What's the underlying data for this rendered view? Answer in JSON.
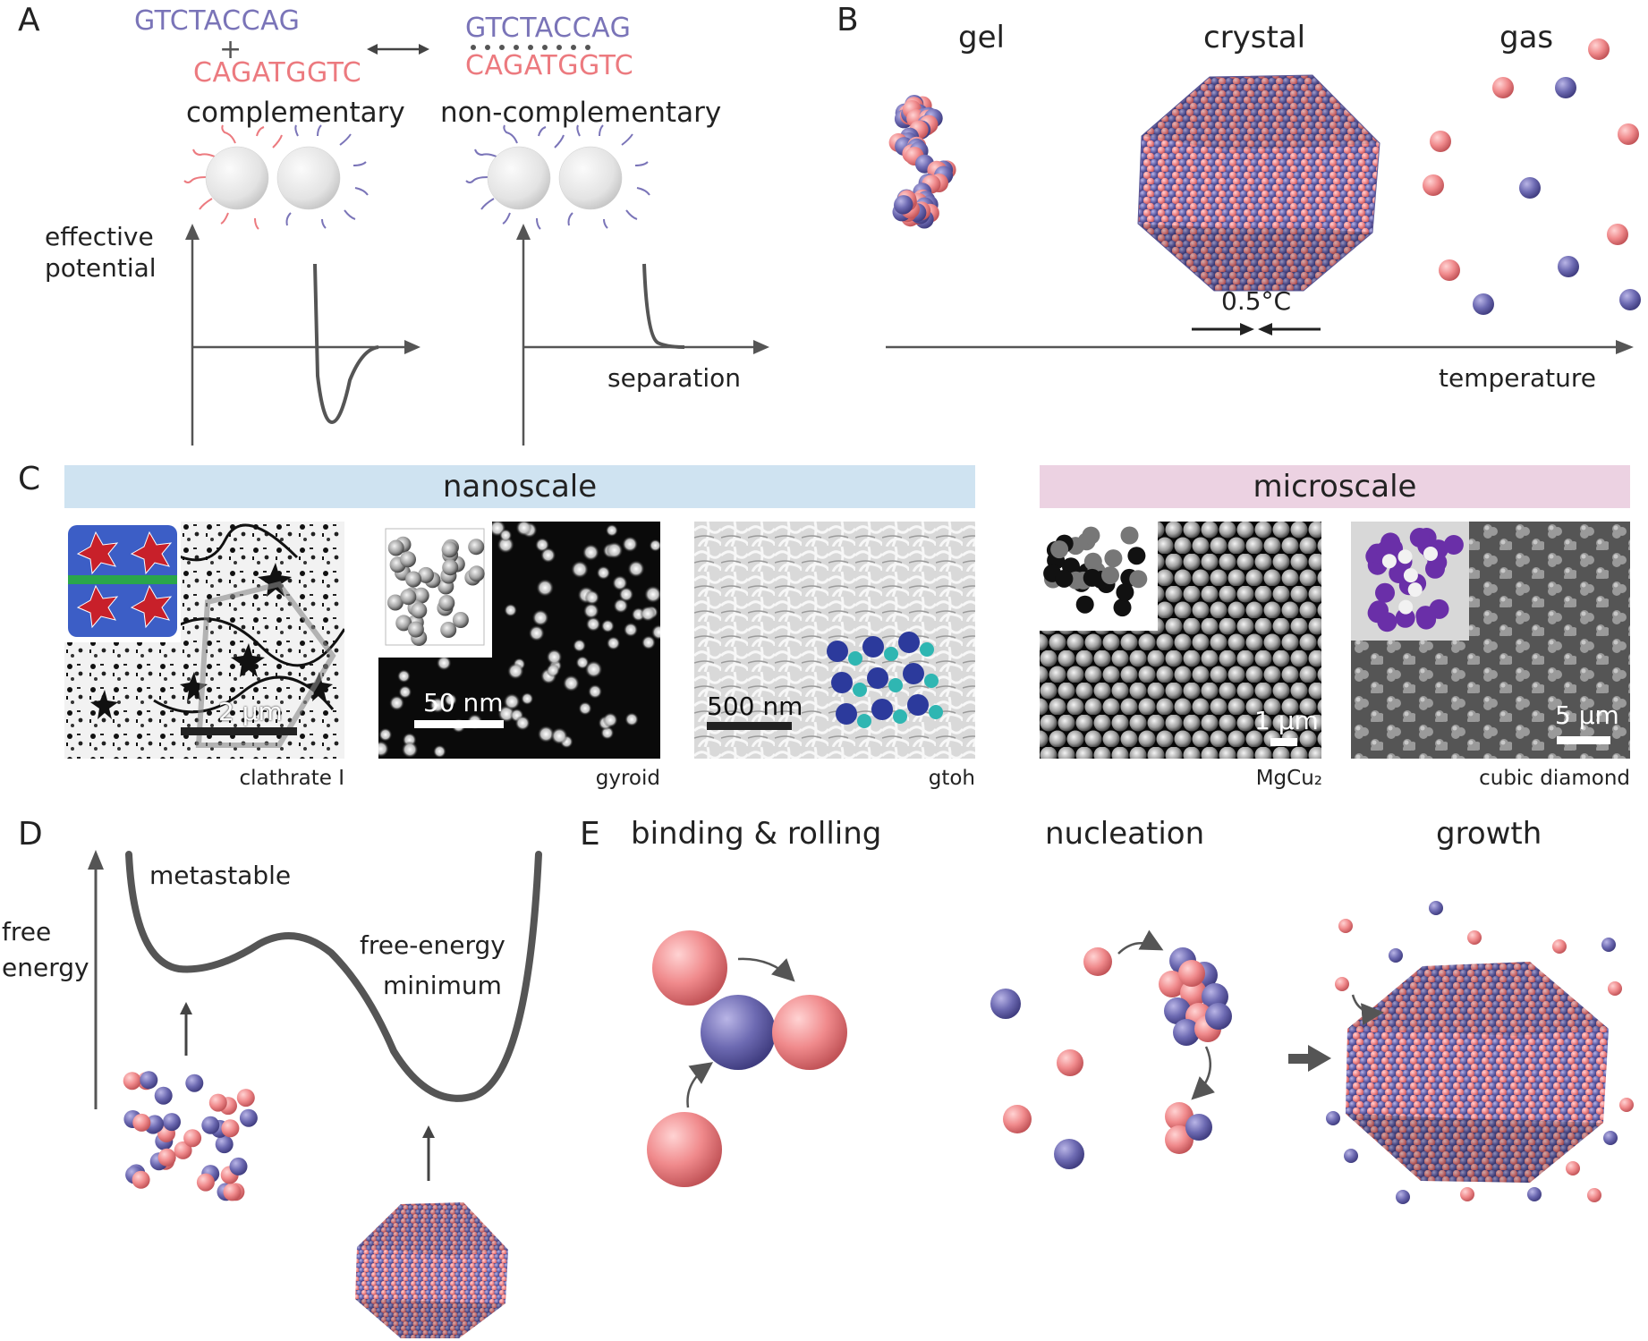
{
  "colors": {
    "blue": "#7a74b8",
    "pink": "#ec7a7f",
    "bead_blue": "#6d6ab2",
    "bead_pink": "#f08a8c",
    "nanoscale_bg": "#cfe3f1",
    "microscale_bg": "#ecd2e2",
    "curve": "#555555"
  },
  "panelA": {
    "letter": "A",
    "seq_top_left": "GTCTACCAG",
    "plus": "+",
    "seq_bottom_left": "CAGATGGTC",
    "seq_top_right": "GTCTACCAG",
    "seq_bottom_right": "CAGATGGTC",
    "label_complementary": "complementary",
    "label_noncomplementary": "non-complementary",
    "ylabel_line1": "effective",
    "ylabel_line2": "potential",
    "xlabel": "separation"
  },
  "panelB": {
    "letter": "B",
    "label_gel": "gel",
    "label_crystal": "crystal",
    "label_gas": "gas",
    "delta_temp": "0.5°C",
    "xlabel": "temperature"
  },
  "panelC": {
    "letter": "C",
    "banner_nano": "nanoscale",
    "banner_micro": "microscale",
    "images": [
      {
        "caption": "clathrate I",
        "scale": "2 µm"
      },
      {
        "caption": "gyroid",
        "scale": "50 nm"
      },
      {
        "caption": "gtoh",
        "scale": "500 nm"
      },
      {
        "caption": "MgCu₂",
        "scale": "1 µm"
      },
      {
        "caption": "cubic diamond",
        "scale": "5 µm"
      }
    ]
  },
  "panelD": {
    "letter": "D",
    "ylabel_line1": "free",
    "ylabel_line2": "energy",
    "label_metastable": "metastable",
    "label_min_line1": "free-energy",
    "label_min_line2": "minimum"
  },
  "panelE": {
    "letter": "E",
    "label_binding": "binding & rolling",
    "label_nucleation": "nucleation",
    "label_growth": "growth"
  }
}
